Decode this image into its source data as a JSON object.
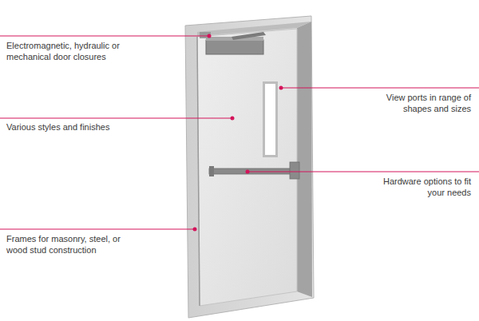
{
  "diagram": {
    "labels": [
      "Electromagnetic, hydraulic or mechanical door closures",
      "View ports in range of shapes and sizes",
      "Various styles and finishes",
      "Hardware options to fit your needs",
      "Frames for masonry, steel, or wood stud construction"
    ]
  }
}
